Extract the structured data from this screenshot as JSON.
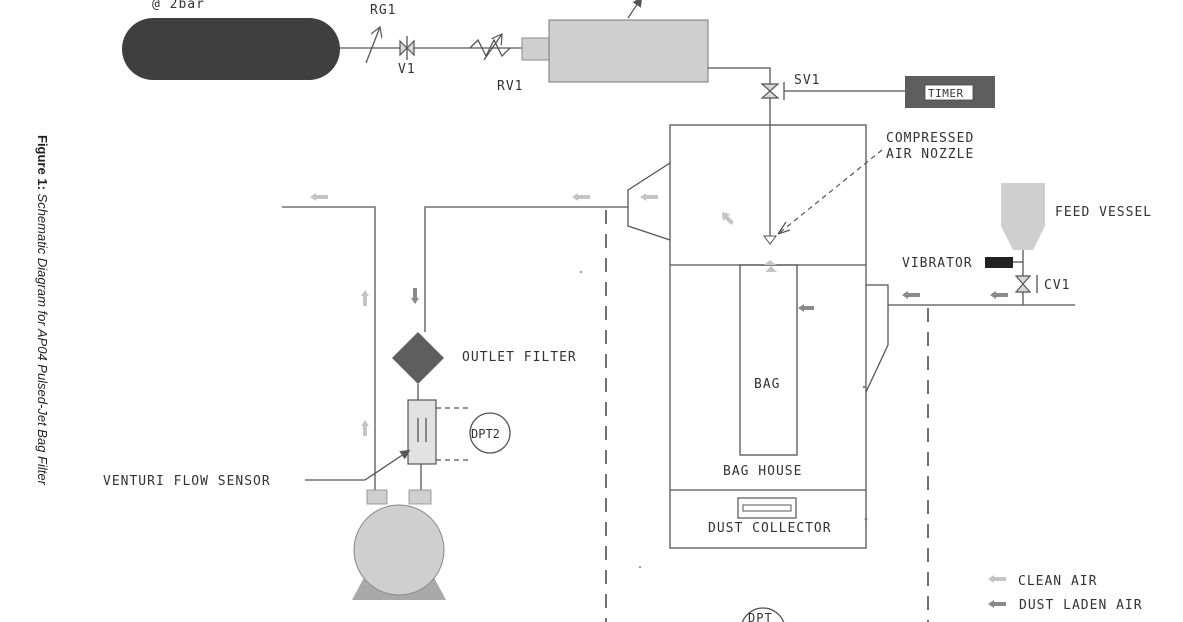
{
  "labels": {
    "pressure": "@ 2bar",
    "rg1": "RG1",
    "v1": "V1",
    "rv1": "RV1",
    "sv1": "SV1",
    "timer": "TIMER",
    "nozzle_line1": "COMPRESSED",
    "nozzle_line2": "AIR NOZZLE",
    "feed_vessel": "FEED VESSEL",
    "vibrator": "VIBRATOR",
    "cv1": "CV1",
    "outlet_filter": "OUTLET FILTER",
    "dpt2": "DPT2",
    "bag": "BAG",
    "bag_house": "BAG HOUSE",
    "dust_collector": "DUST COLLECTOR",
    "venturi_flow_sensor": "VENTURI FLOW SENSOR",
    "dpt_bottom": "DPT"
  },
  "legend": {
    "clean_air": "CLEAN AIR",
    "dust_laden_air": "DUST LADEN AIR"
  },
  "caption": {
    "prefix": "Figure 1:",
    "text": " Schematic Diagram for AP04 Pulsed-Jet Bag Filter"
  },
  "colors": {
    "tank": "#3f3f3f",
    "light_fill": "#cfcfcf",
    "mid_fill": "#a9a9a9",
    "dark_fill": "#5e5e5e",
    "vibrator": "#222222",
    "line": "#555555"
  }
}
